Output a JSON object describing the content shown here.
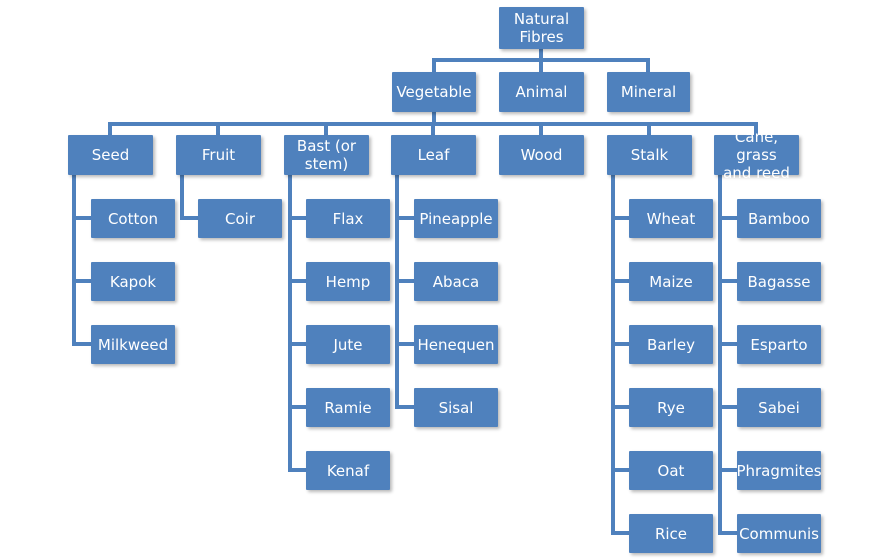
{
  "colors": {
    "box": "#4f81bd",
    "connector": "#4f81bd",
    "text": "#ffffff"
  },
  "root": "Natural\nFibres",
  "categories": {
    "vegetable": "Vegetable",
    "animal": "Animal",
    "mineral": "Mineral"
  },
  "groups": {
    "seed": {
      "label": "Seed",
      "items": [
        "Cotton",
        "Kapok",
        "Milkweed"
      ]
    },
    "fruit": {
      "label": "Fruit",
      "items": [
        "Coir"
      ]
    },
    "bast": {
      "label": "Bast (or\nstem)",
      "items": [
        "Flax",
        "Hemp",
        "Jute",
        "Ramie",
        "Kenaf"
      ]
    },
    "leaf": {
      "label": "Leaf",
      "items": [
        "Pineapple",
        "Abaca",
        "Henequen",
        "Sisal"
      ]
    },
    "wood": {
      "label": "Wood",
      "items": []
    },
    "stalk": {
      "label": "Stalk",
      "items": [
        "Wheat",
        "Maize",
        "Barley",
        "Rye",
        "Oat",
        "Rice"
      ]
    },
    "cane": {
      "label": "Cane, grass\nand reed",
      "items": [
        "Bamboo",
        "Bagasse",
        "Esparto",
        "Sabei",
        "Phragmites",
        "Communis"
      ]
    }
  }
}
